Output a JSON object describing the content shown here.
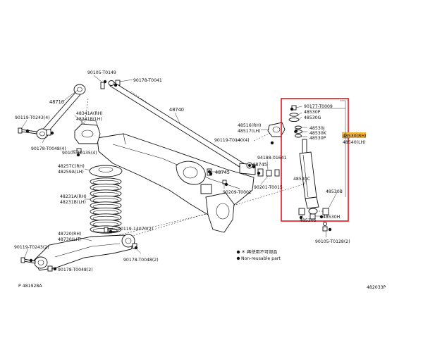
{
  "diagram": {
    "labels": {
      "p90105_t0149": "90105-T0149",
      "p90178_t0041": "90178-T0041",
      "p48710": "48710",
      "p48740": "48740",
      "p90119_t0243_4": "90119-T0243(4)",
      "p48341a": "48341A(RH)",
      "p48341b": "48341B(LH)",
      "p90178_t0048_4": "90178-T0048(4)",
      "p90105_t0135_4": "90105-T0135(4)",
      "p48257c": "48257C(RH)",
      "p48259a": "48259A(LH)",
      "p48231a": "48231A(RH)",
      "p48231b": "48231B(LH)",
      "p90119_14070_2": "90119-14070(2)",
      "p48720": "48720(RH)",
      "p48730": "48730(LH)",
      "p90119_t0243_2": "90119-T0243(2)",
      "p90178_t0048_2a": "90178-T0048(2)",
      "p90178_t0048_2b": "90178-T0048(2)",
      "p48516": "48516(RH)",
      "p48517": "48517(LH)",
      "p90119_t0140_4": "90119-T0140(4)",
      "p48745a": "48745",
      "p48745b": "48745",
      "p94188_01641": "94188-01641",
      "p90209_t0002": "90209-T0002",
      "p90201_t0015": "90201-T0015",
      "p90177_t0009": "90177-T0009",
      "p48530p_a": "48530P",
      "p48530g": "48530G",
      "p48530j": "48530J",
      "p48530k": "48530K",
      "p48530p_b": "48530P",
      "p48530rh": "48530(RH)",
      "p48540lh": "48540(LH)",
      "p48530c": "48530C",
      "p48530b": "48530B",
      "p48530h": "48530H",
      "p48530s": "48530S",
      "p90105_t0128_2": "90105-T0128(2)"
    },
    "legend": {
      "line1": "＊ 再使用不可部品",
      "line2": "Non-reusable part"
    },
    "footer_left": "P 481928A",
    "footer_right": "482033P",
    "colors": {
      "highlight_box": "#e3161b",
      "highlight_tag": "#f6b233",
      "line": "#111111"
    }
  }
}
